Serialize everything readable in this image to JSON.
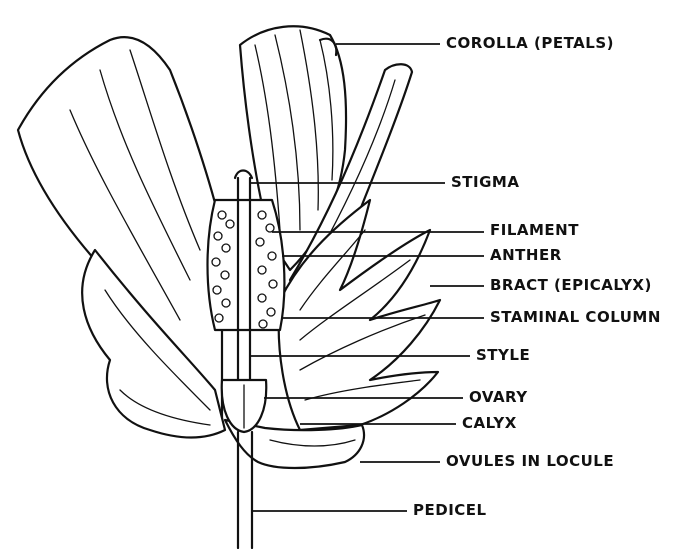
{
  "diagram": {
    "labels": [
      {
        "id": "corolla",
        "text": "COROLLA (PETALS)"
      },
      {
        "id": "stigma",
        "text": "STIGMA"
      },
      {
        "id": "filament",
        "text": "FILAMENT"
      },
      {
        "id": "anther",
        "text": "ANTHER"
      },
      {
        "id": "bract",
        "text": "BRACT (EPICALYX)"
      },
      {
        "id": "staminal_column",
        "text": "STAMINAL COLUMN"
      },
      {
        "id": "style",
        "text": "STYLE"
      },
      {
        "id": "ovary",
        "text": "OVARY"
      },
      {
        "id": "calyx",
        "text": "CALYX"
      },
      {
        "id": "ovules",
        "text": "OVULES IN LOCULE"
      },
      {
        "id": "pedicel",
        "text": "PEDICEL"
      }
    ]
  }
}
